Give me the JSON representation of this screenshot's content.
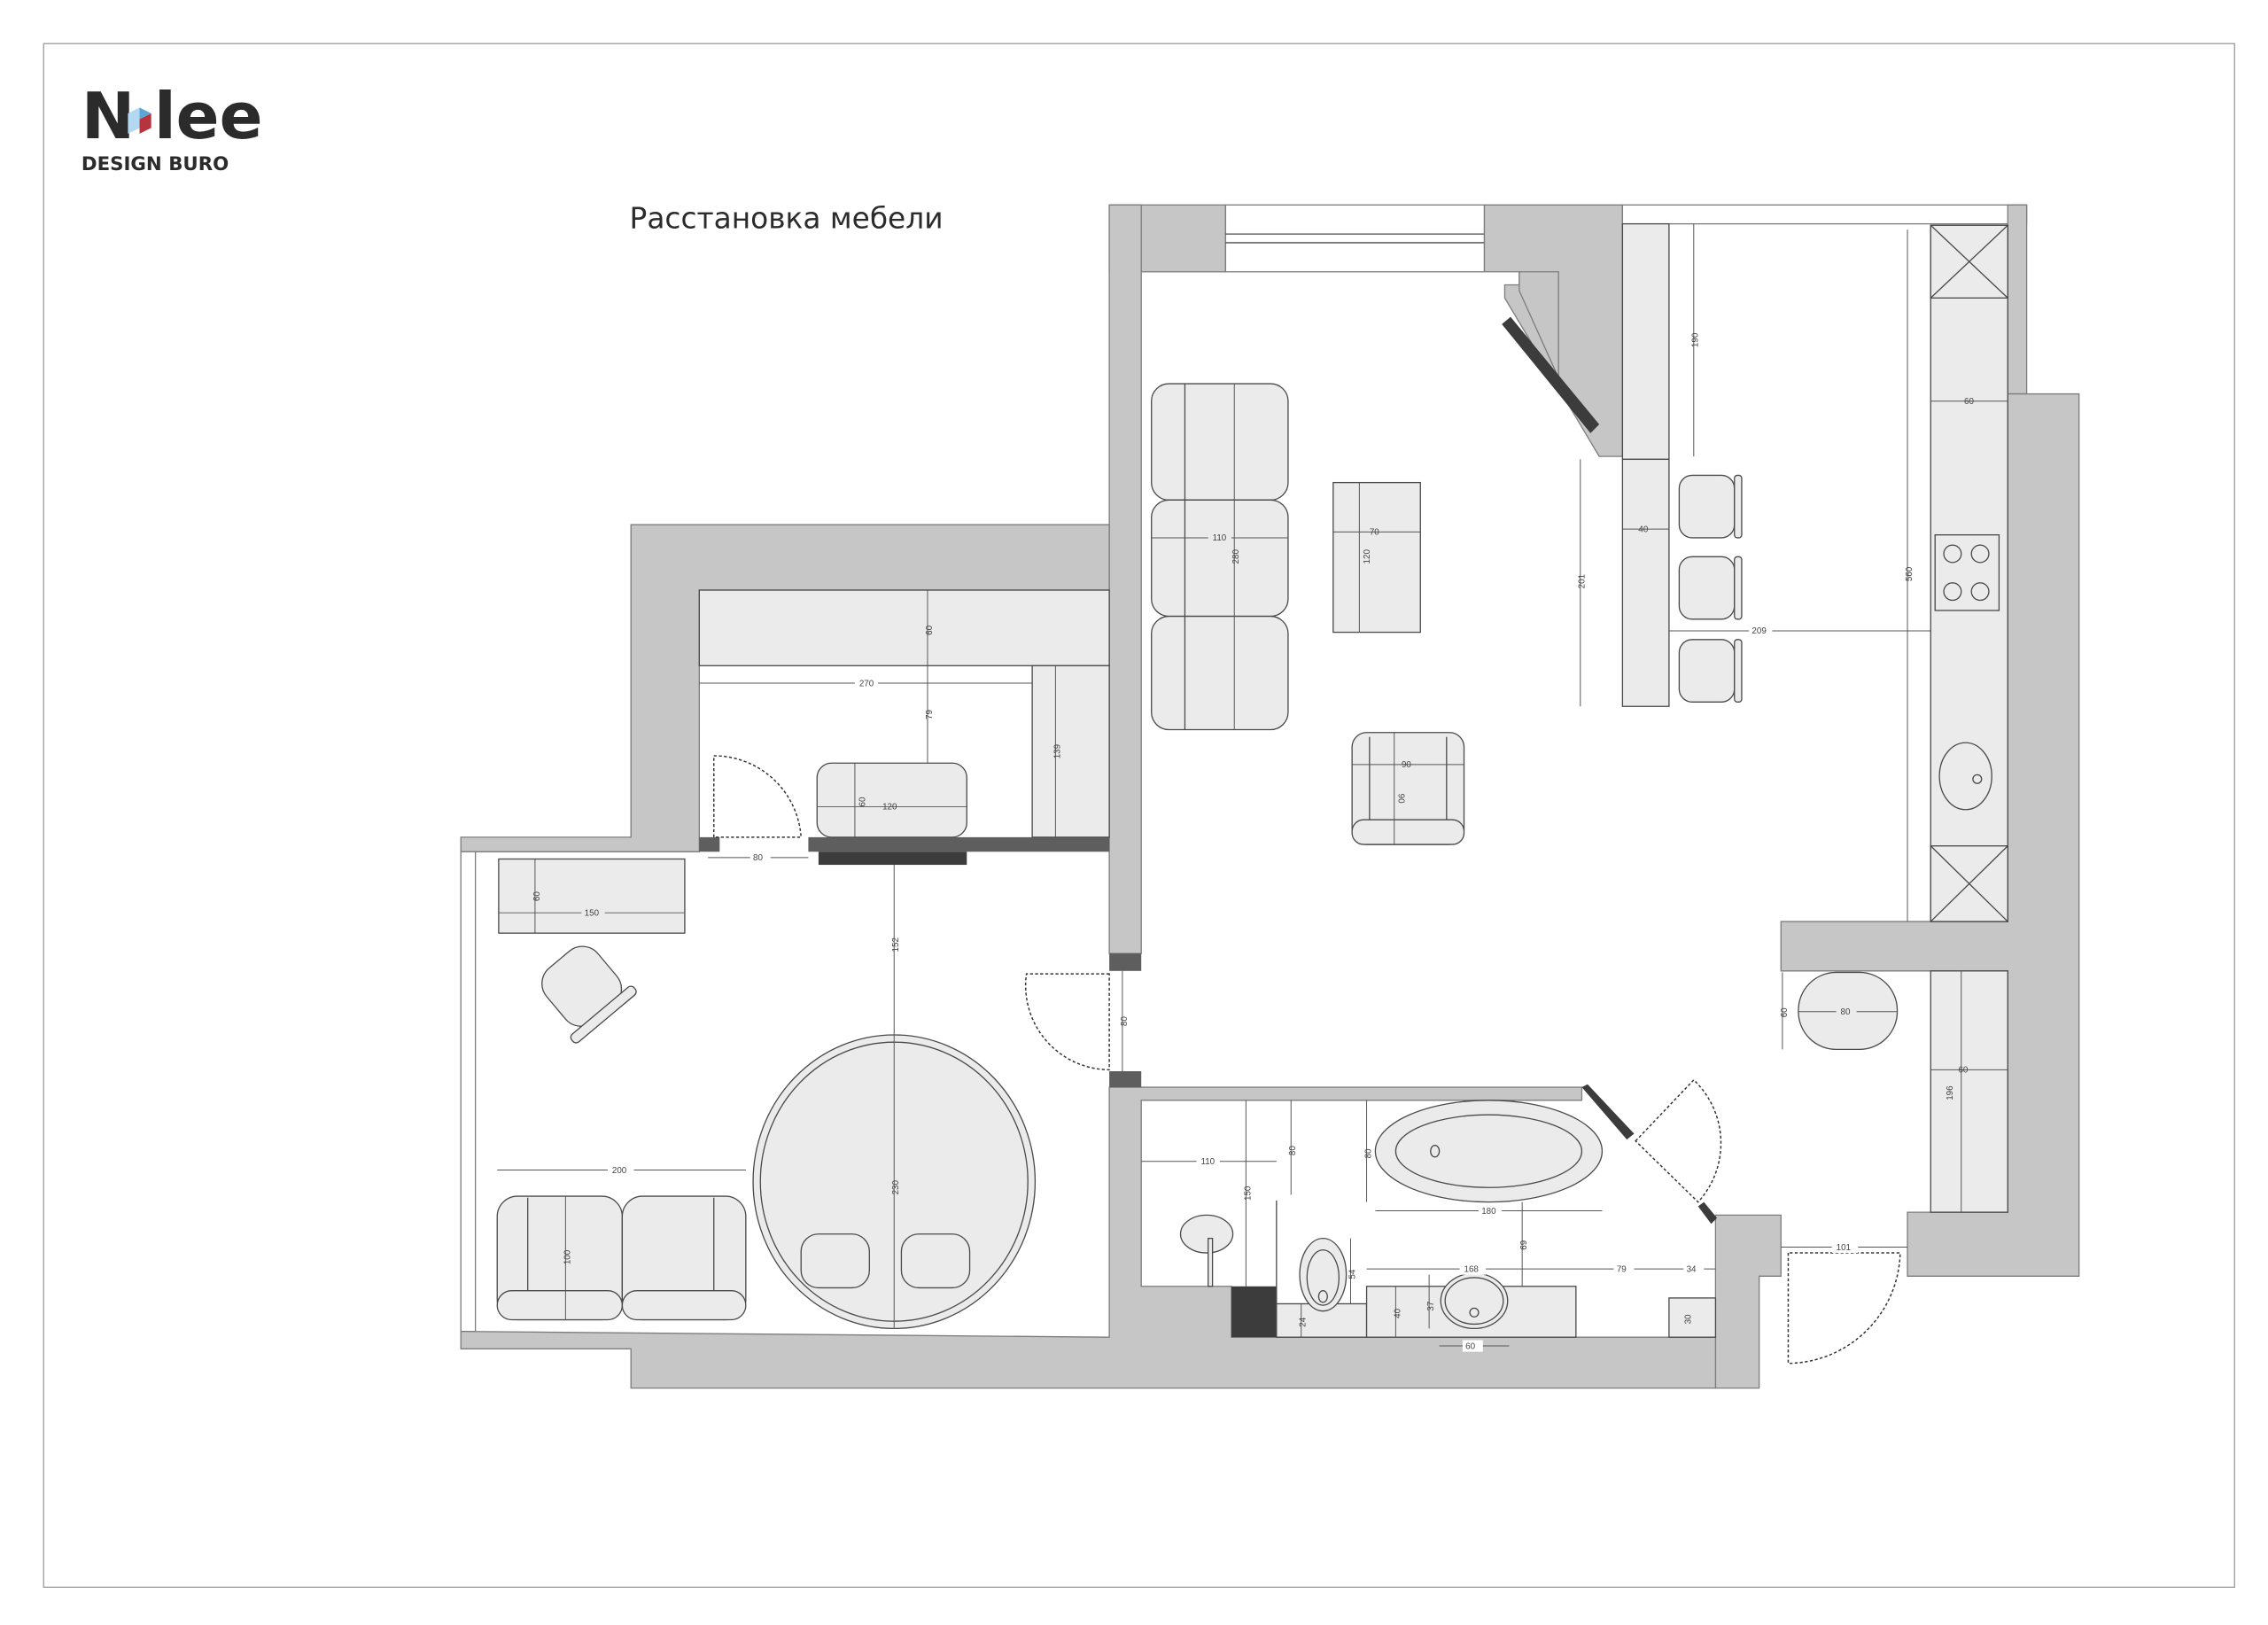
{
  "logo": {
    "wordmark_left": "N",
    "wordmark_right": "lee",
    "subtitle": "DESIGN BURO",
    "accent_colors": [
      "#b3d9f2",
      "#5aa6d6",
      "#b7333e"
    ]
  },
  "title": "Расстановка мебели",
  "colors": {
    "wall": "#c5c6c5",
    "furniture": "#eaebea",
    "door_leaf": "#3c3c3c",
    "stroke": "#4a4a4a"
  },
  "rooms": {
    "living_room": {
      "sofa": {
        "width": "110",
        "length": "280"
      },
      "coffee_table": {
        "width": "70",
        "length": "120"
      },
      "armchair": {
        "width": "90",
        "depth": "90"
      }
    },
    "kitchen": {
      "bar_upper": "190",
      "bar_length": "201",
      "bar_width": "40",
      "aisle": "209",
      "run_length": "560",
      "cabinet_depth": "60"
    },
    "hallway": {
      "pouf_width": "80",
      "pouf_depth": "60",
      "wardrobe_depth": "60",
      "wardrobe_length": "196",
      "entry_door": "101",
      "bedroom_door": "80"
    },
    "walk_in_closet": {
      "shelf_depth": "60",
      "width": "270",
      "clearance": "79",
      "side_depth": "139",
      "ottoman_width": "120",
      "ottoman_depth": "60",
      "door": "80"
    },
    "bedroom": {
      "desk_width": "150",
      "desk_depth": "60",
      "sofa_width": "200",
      "sofa_depth": "100",
      "bed_diameter": "230",
      "to_bed": "152"
    },
    "bathroom": {
      "shower_width": "110",
      "shower_length": "150",
      "partition": "80",
      "bath_depth": "80",
      "bath_length": "180",
      "bath_to_vanity": "69",
      "vanity_length": "168",
      "gap": "79",
      "niche": "34",
      "niche_depth": "30",
      "toilet_depth": "54",
      "toilet_base": "24",
      "vanity_depth": "40",
      "basin_depth": "37",
      "basin_width": "60"
    }
  }
}
